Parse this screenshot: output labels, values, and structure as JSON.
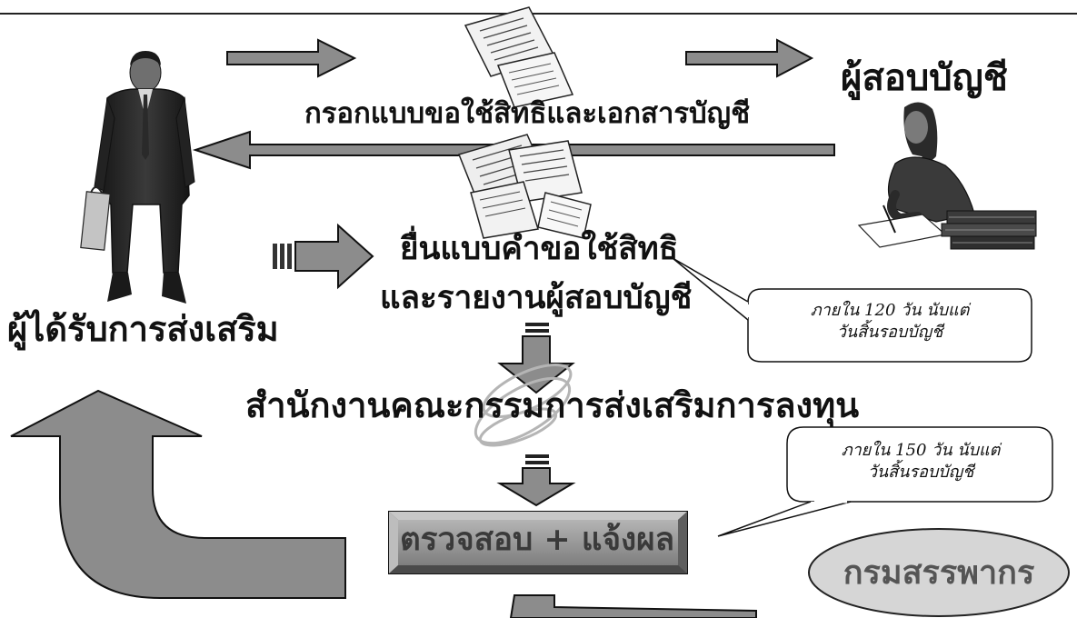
{
  "diagram": {
    "auditor_label": "ผู้สอบบัญชี",
    "form_caption": "กรอกแบบขอใช้สิทธิและเอกสารบัญชี",
    "promoted_label": "ผู้ได้รับการส่งเสริม",
    "submit_line1": "ยื่นแบบคำขอใช้สิทธิ",
    "submit_line2": "และรายงานผู้สอบบัญชี",
    "boi_label": "สำนักงานคณะกรรมการส่งเสริมการลงทุน",
    "check_label": "ตรวจสอบ + แจ้งผล",
    "rd_label": "กรมสรรพากร",
    "callout_120": {
      "line1": "ภายใน 120 วัน นับแต่",
      "line2": "วันสิ้นรอบบัญชี"
    },
    "callout_150": {
      "line1": "ภายใน 150 วัน นับแต่",
      "line2": "วันสิ้นรอบบัญชี"
    }
  },
  "colors": {
    "arrow_fill": "#8c8c8c",
    "arrow_stroke": "#111111",
    "box_fill": "#9a9a9a",
    "ellipse_fill": "#d6d6d6",
    "callout_fill": "#ffffff"
  },
  "icons": {
    "businessman": "businessman-figure",
    "auditor": "woman-writing-figure",
    "documents": "paper-stack",
    "boi_logo": "swirl-logo"
  }
}
